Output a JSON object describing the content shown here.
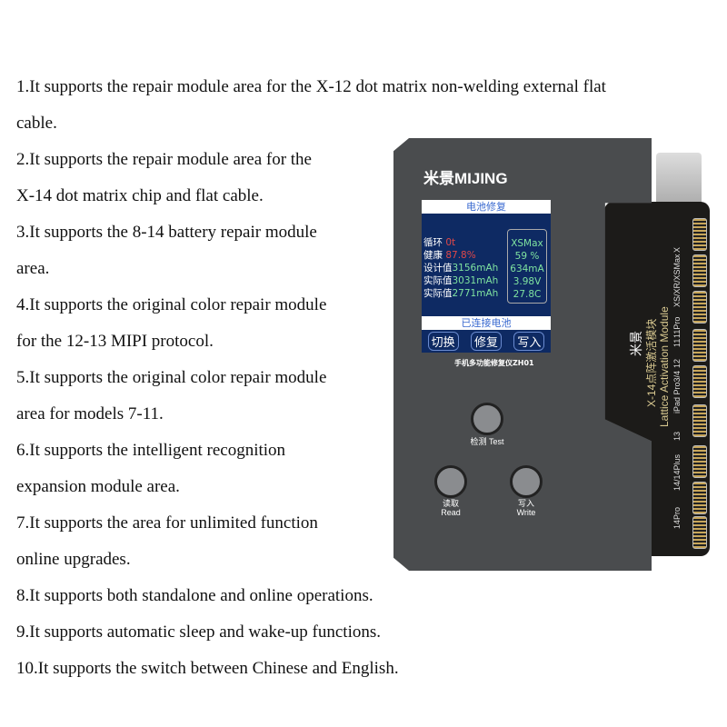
{
  "features": [
    "1.It supports the repair module area for the X-12 dot matrix non-welding external flat",
    "cable.",
    "2.It supports the repair module area for the",
    "X-14 dot matrix chip and flat cable.",
    "3.It supports the 8-14 battery repair module",
    "area.",
    "4.It supports the original color repair module",
    "for the 12-13 MIPI protocol.",
    "5.It supports the original color repair module",
    "area for models 7-11.",
    "6.It supports the intelligent recognition",
    "expansion module area.",
    "7.It supports the area for unlimited function",
    "online upgrades.",
    "8.It supports both standalone and online operations.",
    "9.It supports automatic sleep and wake-up functions.",
    "10.It supports the switch between Chinese and English."
  ],
  "device": {
    "brand": "米景MIJING",
    "screen": {
      "title": "电池修复",
      "rows": [
        [
          "循环",
          "0t"
        ],
        [
          "健康",
          "87.8%"
        ],
        [
          "设计值",
          "3156mAh"
        ],
        [
          "实际值",
          "3031mAh"
        ],
        [
          "实际值",
          "2771mAh"
        ]
      ],
      "battery": [
        "XSMax",
        "59 %",
        "634mA",
        "3.98V",
        "27.8C"
      ],
      "status": "已连接电池",
      "buttons": [
        "切换",
        "修复",
        "写入"
      ]
    },
    "model": "手机多功能修复仪ZH01",
    "test": "检测 Test",
    "read": "读取 Read",
    "write": "写入 Write",
    "module_title": "X-14点阵激活模块",
    "module_en": "Lattice Activation Module",
    "module_brand": "米景",
    "slots": [
      "X",
      "XS/XR/XSMax",
      "11",
      "11Pro",
      "12",
      "iPad Pro3/4",
      "13",
      "14/14Plus",
      "14Pro"
    ]
  }
}
